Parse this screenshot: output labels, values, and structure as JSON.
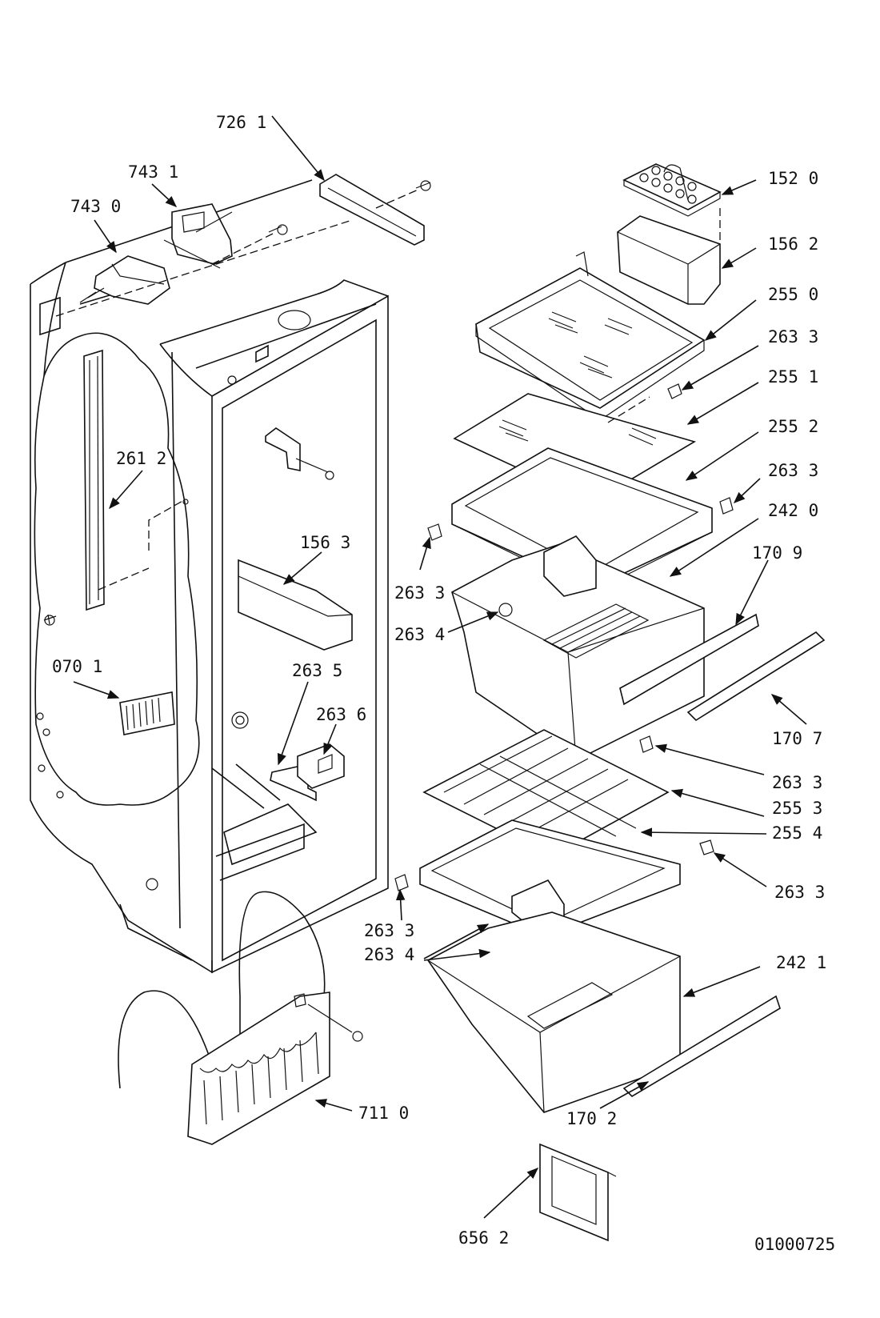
{
  "diagram": {
    "drawing_number": "01000725",
    "callouts": [
      {
        "id": "c7261",
        "text": "726 1"
      },
      {
        "id": "c7431",
        "text": "743 1"
      },
      {
        "id": "c7430",
        "text": "743 0"
      },
      {
        "id": "c2612",
        "text": "261 2"
      },
      {
        "id": "c1563",
        "text": "156 3"
      },
      {
        "id": "c0701",
        "text": "070 1"
      },
      {
        "id": "c2635",
        "text": "263 5"
      },
      {
        "id": "c2636",
        "text": "263 6"
      },
      {
        "id": "c7110",
        "text": "711 0"
      },
      {
        "id": "c6562",
        "text": "656 2"
      },
      {
        "id": "c1520",
        "text": "152 0"
      },
      {
        "id": "c1562",
        "text": "156 2"
      },
      {
        "id": "c2550",
        "text": "255 0"
      },
      {
        "id": "c2633a",
        "text": "263 3"
      },
      {
        "id": "c2551",
        "text": "255 1"
      },
      {
        "id": "c2552",
        "text": "255 2"
      },
      {
        "id": "c2633b",
        "text": "263 3"
      },
      {
        "id": "c2420",
        "text": "242 0"
      },
      {
        "id": "c1709",
        "text": "170 9"
      },
      {
        "id": "c2633c",
        "text": "263 3"
      },
      {
        "id": "c2634a",
        "text": "263 4"
      },
      {
        "id": "c1707",
        "text": "170 7"
      },
      {
        "id": "c2633d",
        "text": "263 3"
      },
      {
        "id": "c2553",
        "text": "255 3"
      },
      {
        "id": "c2554",
        "text": "255 4"
      },
      {
        "id": "c2633e",
        "text": "263 3"
      },
      {
        "id": "c2633f",
        "text": "263 3"
      },
      {
        "id": "c2634b",
        "text": "263 4"
      },
      {
        "id": "c2421",
        "text": "242 1"
      },
      {
        "id": "c1702",
        "text": "170 2"
      }
    ]
  }
}
